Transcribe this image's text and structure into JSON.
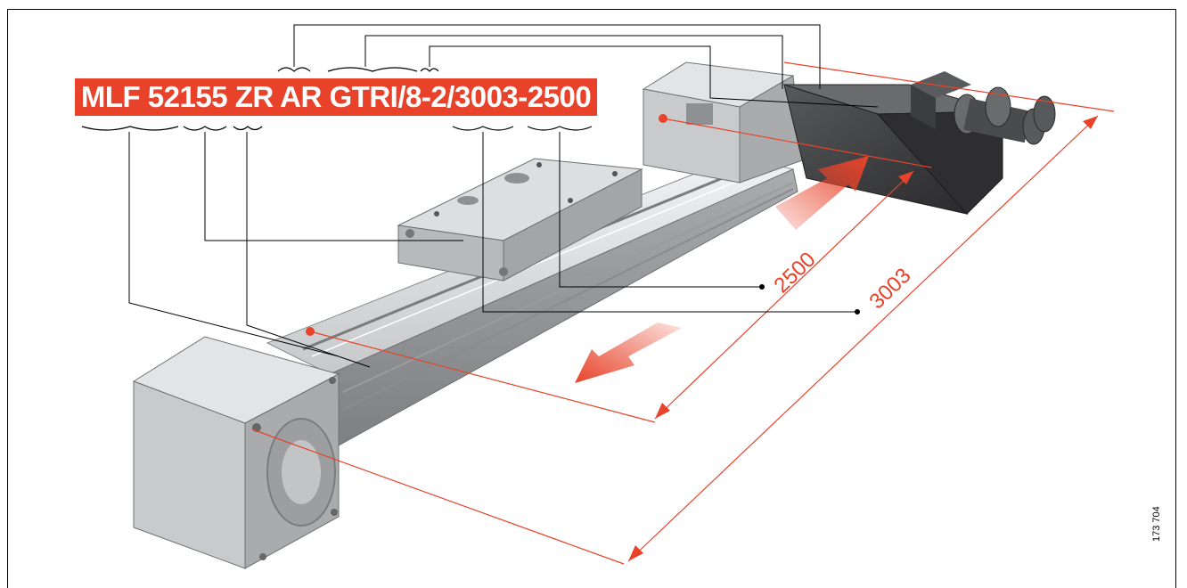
{
  "type_code": "MLF 52155 ZR AR GTRI/8-2/3003-2500",
  "dimensions": {
    "stroke_length": "2500",
    "total_length": "3003"
  },
  "figure_number": "173 704",
  "colors": {
    "accent": "#e8432a",
    "body": "#cfd1d3",
    "motor": "#3a3a3c",
    "leader": "#000000"
  }
}
